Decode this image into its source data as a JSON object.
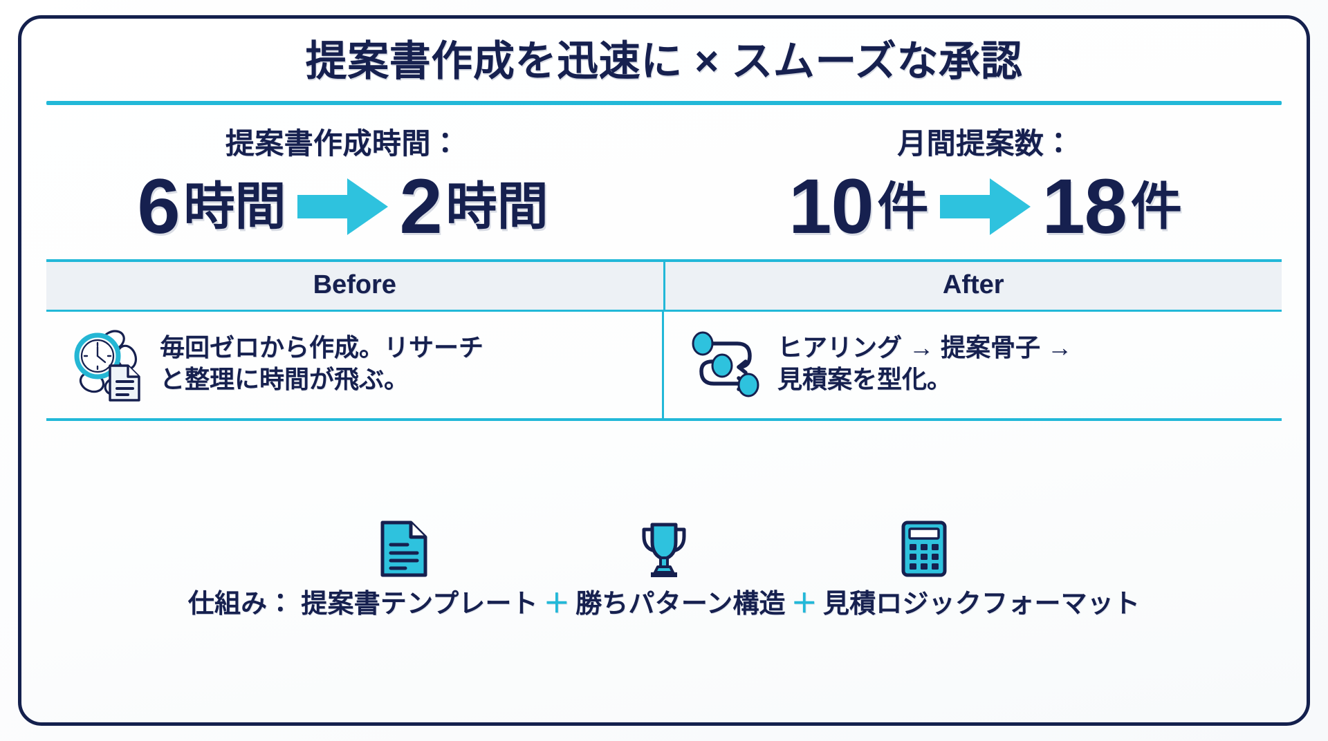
{
  "theme": {
    "navy": "#16204f",
    "cyan": "#22b8d8",
    "cyan_light": "#2fc3df",
    "header_band": "#edf1f5",
    "page_bg": "#ffffff"
  },
  "title": "提案書作成を迅速に × スムーズな承認",
  "stats": [
    {
      "label": "提案書作成時間：",
      "before_number": "6",
      "before_unit": "時間",
      "arrow_icon": "right-arrow-icon",
      "after_number": "2",
      "after_unit": "時間"
    },
    {
      "label": "月間提案数：",
      "before_number": "10",
      "before_unit": "件",
      "arrow_icon": "right-arrow-icon",
      "after_number": "18",
      "after_unit": "件"
    }
  ],
  "comparison": {
    "headers": [
      "Before",
      "After"
    ],
    "rows": [
      {
        "icon": "clock-document-icon",
        "lines": [
          "毎回ゼロから作成。リサーチ",
          "と整理に時間が飛ぶ。"
        ]
      },
      {
        "icon": "workflow-nodes-icon",
        "lines": [
          "ヒアリング → 提案骨子 →",
          "見積案を型化。"
        ]
      }
    ]
  },
  "footer": {
    "icons": [
      "document-icon",
      "trophy-icon",
      "calculator-icon"
    ],
    "prefix": "仕組み： 提案書テンプレート",
    "separator_1": "＋",
    "middle": "勝ちパターン構造",
    "separator_2": "＋",
    "suffix": "見積ロジックフォーマット"
  }
}
